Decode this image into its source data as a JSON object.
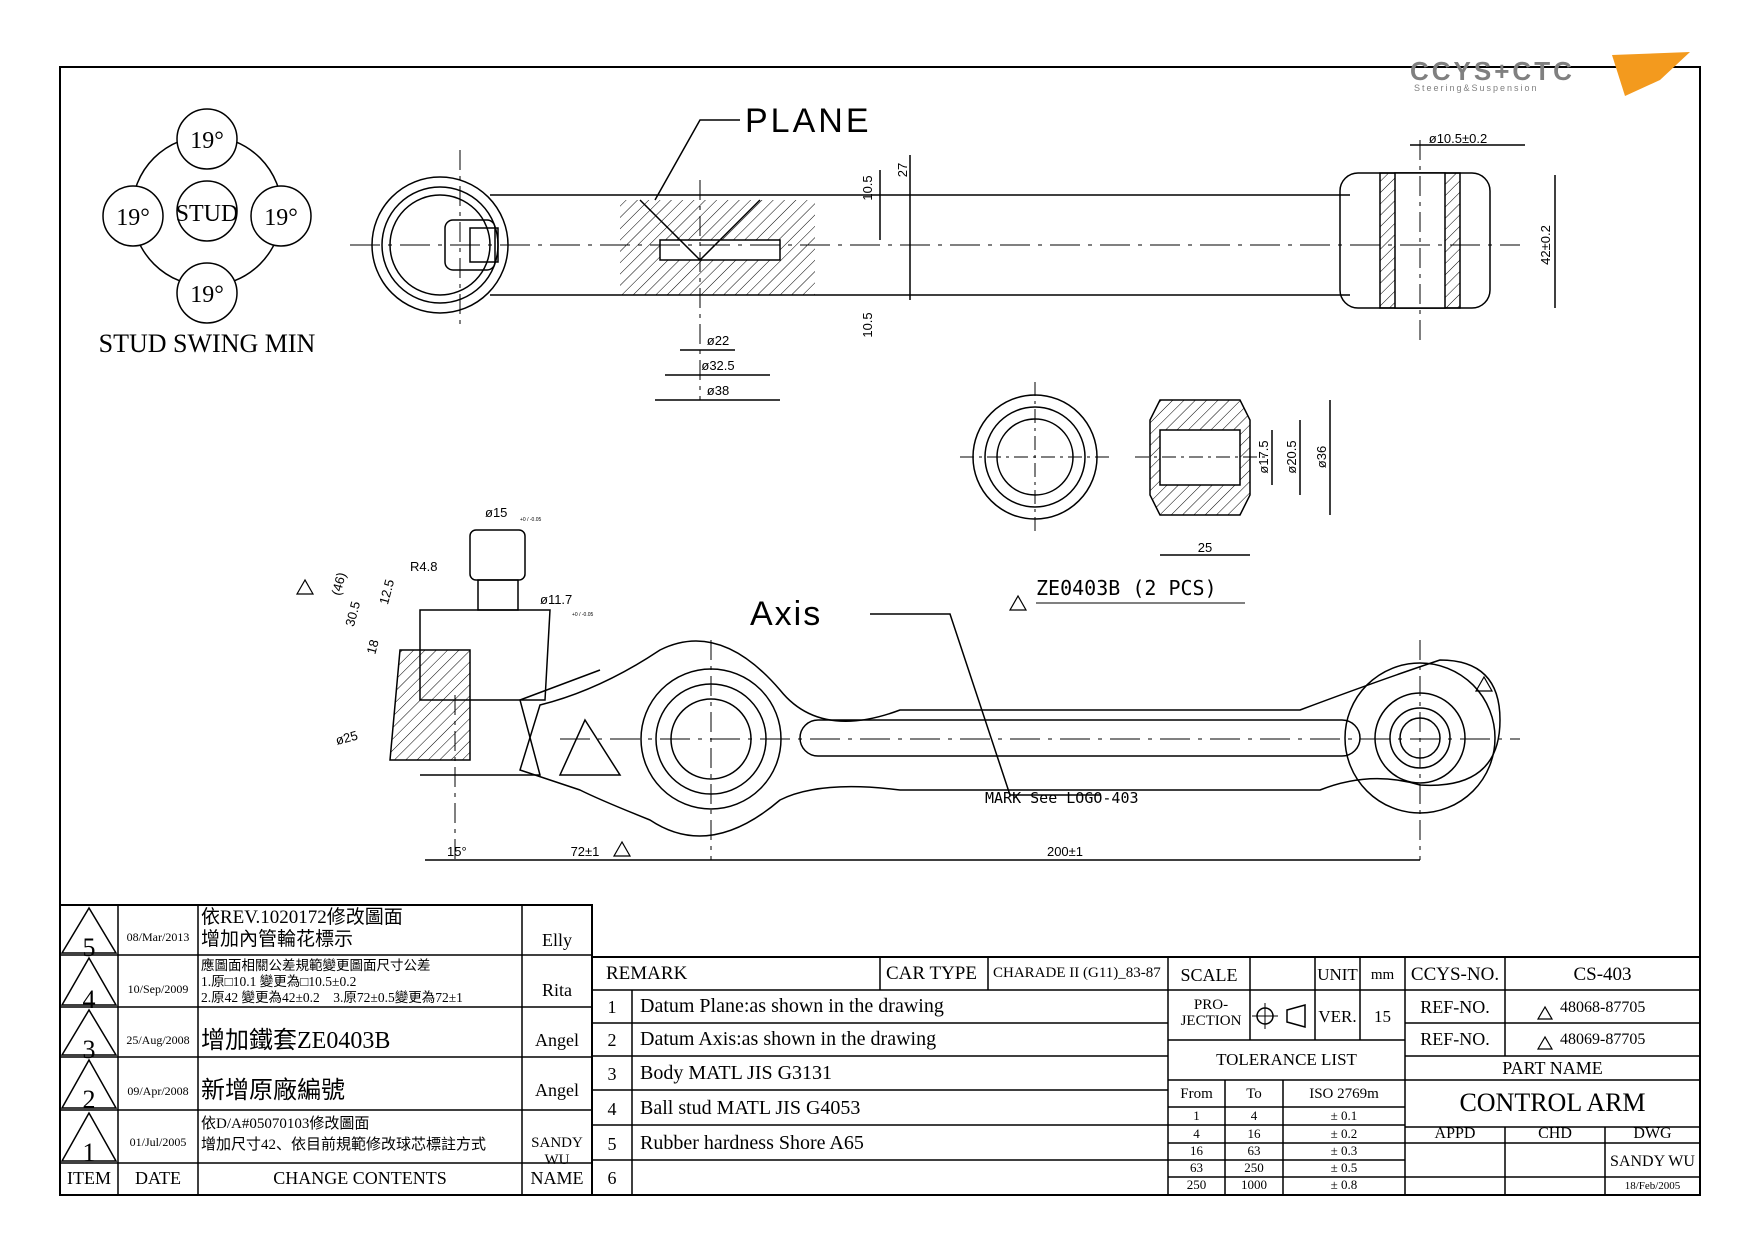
{
  "logo": {
    "brand": "CCYS+CTC",
    "tagline": "Steering&Suspension"
  },
  "labels": {
    "plane": "PLANE",
    "axis": "Axis",
    "stud_swing_min": "STUD SWING MIN",
    "stud": "STUD",
    "swing": [
      "19°",
      "19°",
      "19°",
      "19°"
    ],
    "mark": "MARK See LOGO-403",
    "bushing_note": "ZE0403B (2 PCS)"
  },
  "dimensions": {
    "d22": "ø22",
    "d32_5": "ø32.5",
    "d38": "ø38",
    "h10_5_top": "10.5",
    "h27": "27",
    "h10_5_bot": "10.5",
    "d10_5": "ø10.5±0.2",
    "h42": "42±0.2",
    "d17_5": "ø17.5",
    "d20_5": "ø20.5",
    "d36": "ø36",
    "w25": "25",
    "d15": "ø15",
    "d15_tol": "+0 / -0.05",
    "d11_7": "ø11.7",
    "d11_7_tol": "+0 / -0.05",
    "r4_8": "R4.8",
    "h46": "(46)",
    "h30_5": "30.5",
    "h12_5": "12.5",
    "h18": "18",
    "d25": "ø25",
    "a15": "15°",
    "l72": "72±1",
    "l200": "200±1"
  },
  "revisions": [
    {
      "item": "5",
      "date": "08/Mar/2013",
      "change": [
        "依REV.1020172修改圖面",
        "增加內管輪花標示"
      ],
      "name": "Elly"
    },
    {
      "item": "4",
      "date": "10/Sep/2009",
      "change": [
        "應圖面相關公差規範變更圖面尺寸公差",
        "1.原□10.1 變更為□10.5±0.2",
        "2.原42 變更為42±0.2　3.原72±0.5變更為72±1"
      ],
      "name": "Rita"
    },
    {
      "item": "3",
      "date": "25/Aug/2008",
      "change": [
        "增加鐵套ZE0403B"
      ],
      "name": "Angel"
    },
    {
      "item": "2",
      "date": "09/Apr/2008",
      "change": [
        "新增原廠編號"
      ],
      "name": "Angel"
    },
    {
      "item": "1",
      "date": "01/Jul/2005",
      "change": [
        "依D/A#05070103修改圖面",
        "增加尺寸42、依目前規範修改球芯標註方式"
      ],
      "name": "SANDY WU"
    }
  ],
  "rev_header": {
    "item": "ITEM",
    "date": "DATE",
    "change": "CHANGE CONTENTS",
    "name": "NAME"
  },
  "remarks": {
    "header": "REMARK",
    "items": [
      {
        "no": "1",
        "text": "Datum Plane:as shown in the drawing"
      },
      {
        "no": "2",
        "text": "Datum Axis:as shown in the drawing"
      },
      {
        "no": "3",
        "text": "Body MATL JIS G3131"
      },
      {
        "no": "4",
        "text": "Ball stud MATL JIS G4053"
      },
      {
        "no": "5",
        "text": "Rubber hardness Shore A65"
      },
      {
        "no": "6",
        "text": ""
      }
    ]
  },
  "car": {
    "label": "CAR TYPE",
    "value": "CHARADE II (G11)_83-87"
  },
  "title_block": {
    "scale_label": "SCALE",
    "unit_label": "UNIT",
    "unit": "mm",
    "projection_label": "PRO-JECTION",
    "ver_label": "VER.",
    "ver": "15",
    "ccys_label": "CCYS-NO.",
    "ccys_no": "CS-403",
    "ref_label": "REF-NO.",
    "ref1": "48068-87705",
    "ref2": "48069-87705",
    "part_label": "PART NAME",
    "part_name": "CONTROL ARM",
    "appd": "APPD",
    "chd": "CHD",
    "dwg": "DWG",
    "drawn_by": "SANDY WU",
    "drawn_date": "18/Feb/2005"
  },
  "tolerance": {
    "title": "TOLERANCE LIST",
    "headers": [
      "From",
      "To",
      "ISO 2769m"
    ],
    "rows": [
      [
        "1",
        "4",
        "± 0.1"
      ],
      [
        "4",
        "16",
        "± 0.2"
      ],
      [
        "16",
        "63",
        "± 0.3"
      ],
      [
        "63",
        "250",
        "± 0.5"
      ],
      [
        "250",
        "1000",
        "± 0.8"
      ]
    ]
  },
  "colors": {
    "line": "#000000",
    "logo_gray": "#808080",
    "logo_orange": "#f39a1e"
  }
}
